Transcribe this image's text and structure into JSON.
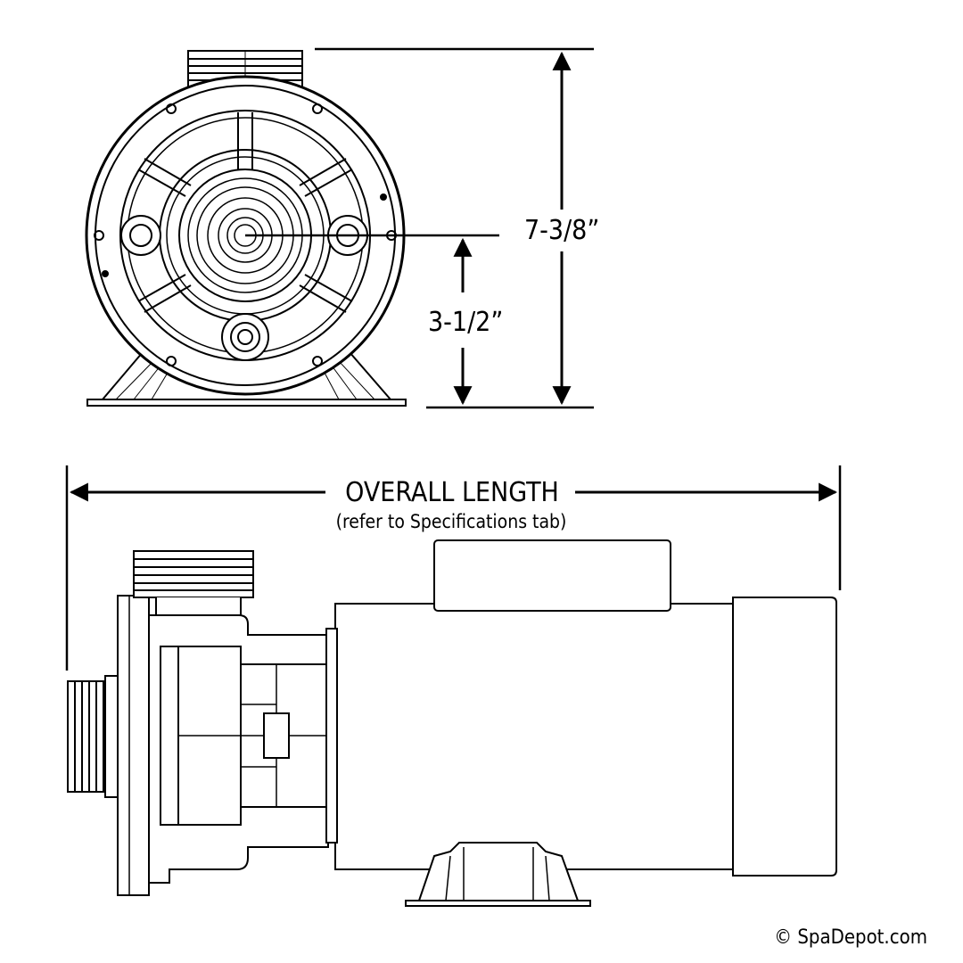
{
  "front_view": {
    "height_label": "7-3/8”",
    "shaft_height_label": "3-1/2”"
  },
  "side_view": {
    "length_label": "OVERALL LENGTH",
    "length_note": "(refer to Specifications tab)"
  },
  "credit": "© SpaDepot.com"
}
